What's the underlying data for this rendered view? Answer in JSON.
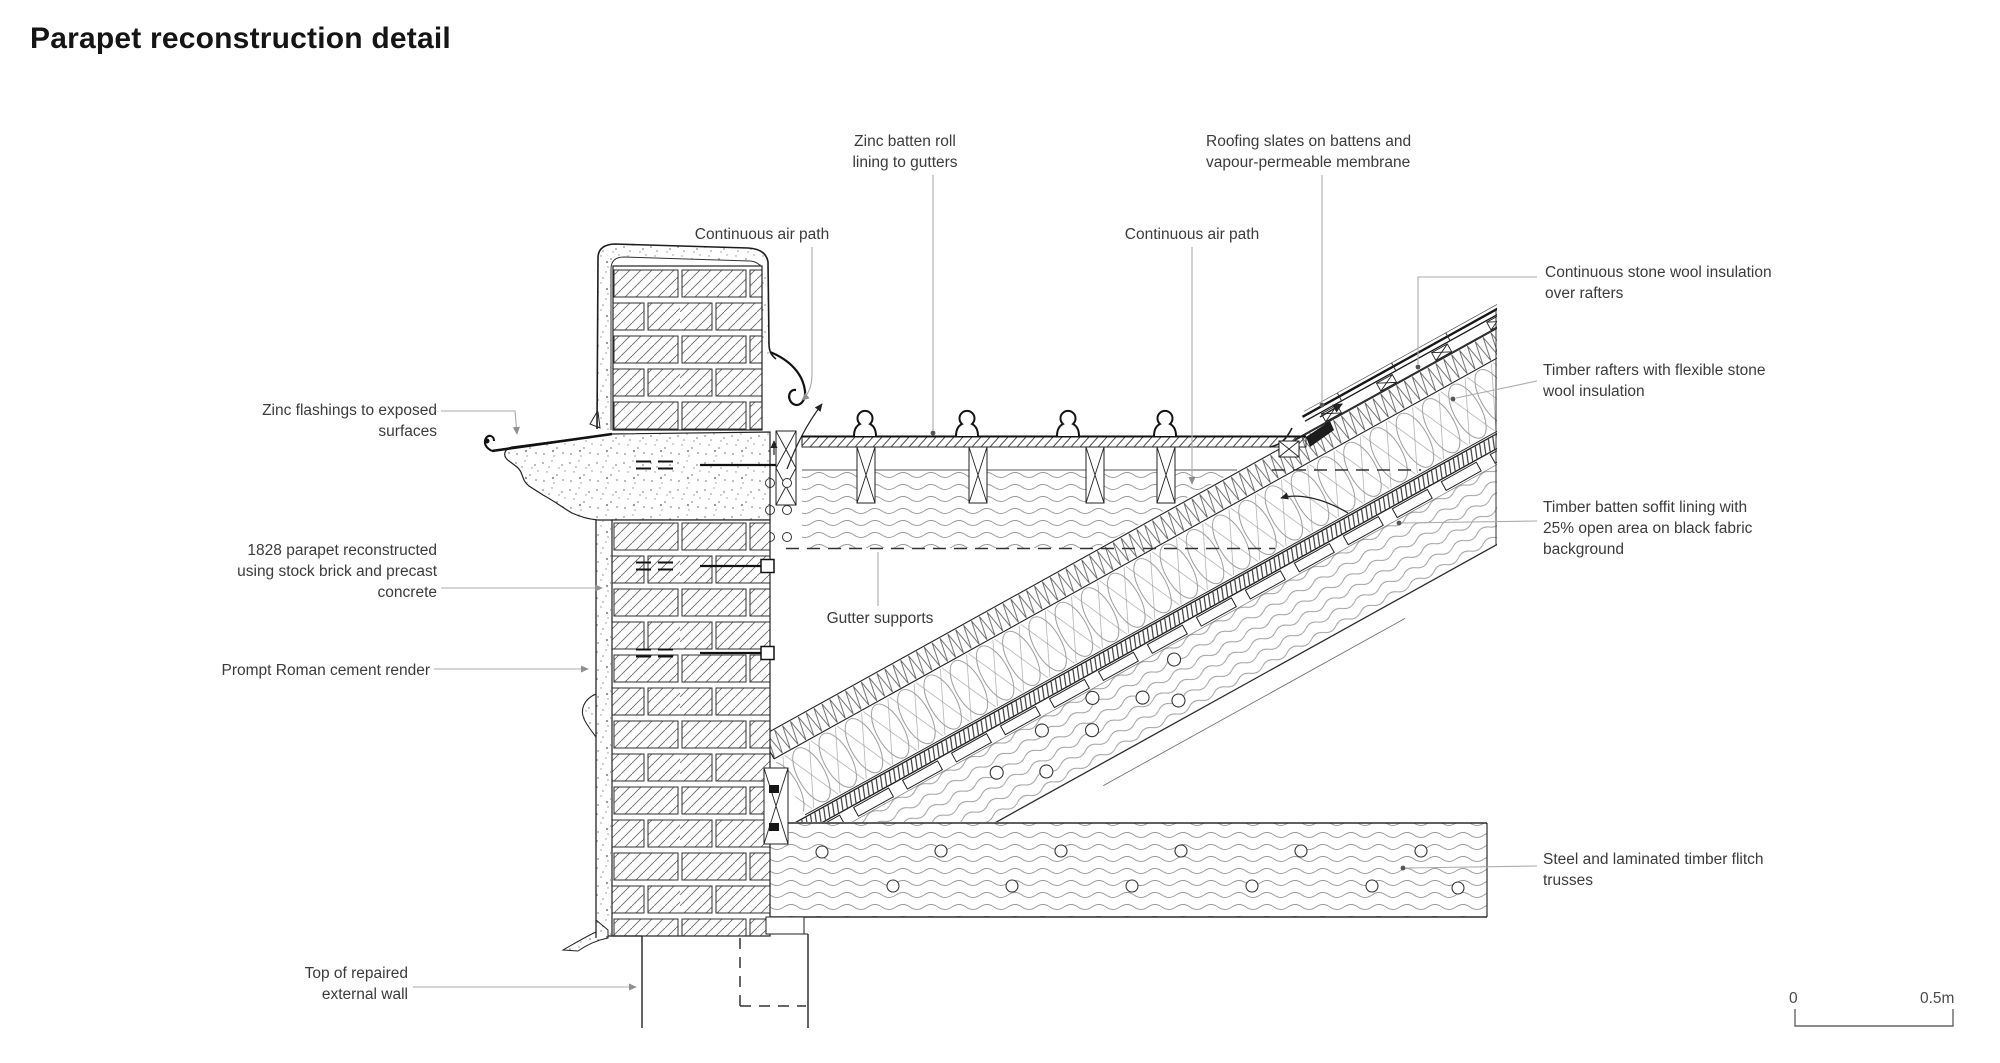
{
  "title": "Parapet reconstruction detail",
  "labels": {
    "zinc_batten_roll": "Zinc batten roll\nlining to gutters",
    "roofing_slates": "Roofing slates on battens and\nvapour-permeable membrane",
    "air_path_left": "Continuous air path",
    "air_path_right": "Continuous air path",
    "stone_wool_over_rafters": "Continuous stone wool insulation\nover rafters",
    "timber_rafters": "Timber rafters with flexible stone\nwool insulation",
    "zinc_flashings": "Zinc flashings to exposed\nsurfaces",
    "parapet_1828": "1828 parapet reconstructed\nusing stock brick and precast\nconcrete",
    "soffit_lining": "Timber batten soffit lining with\n25% open area on black fabric\nbackground",
    "cement_render": "Prompt Roman cement render",
    "gutter_supports": "Gutter supports",
    "flitch_trusses": "Steel and laminated timber flitch\ntrusses",
    "top_of_wall": "Top of repaired\nexternal wall"
  },
  "scale_bar": {
    "zero_label": "0",
    "end_label": "0.5m"
  },
  "colors": {
    "line": "#1c1c1c",
    "hatch": "#666666",
    "leader": "#ababab",
    "label_text": "#3b3b3b",
    "background": "#ffffff"
  }
}
